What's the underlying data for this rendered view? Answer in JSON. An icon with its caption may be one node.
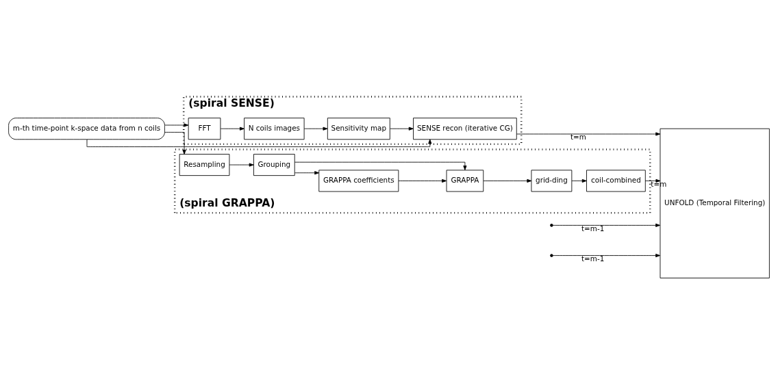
{
  "diagram": {
    "nodes": [
      {
        "text": [
          "m-th time-point k-space data from n coils"
        ]
      },
      {
        "text": [
          "(spiral SENSE)"
        ]
      },
      {
        "text": [
          "FFT"
        ],
        "in": 1
      },
      {
        "text": [
          "N coils images"
        ],
        "in": 1
      },
      {
        "text": [
          "Sensitivity map"
        ],
        "in": 1
      },
      {
        "text": [
          "SENSE recon (iterative CG)"
        ],
        "in": 1
      },
      {
        "text": [
          "(spiral GRAPPA)"
        ]
      },
      {
        "text": [
          "Resampling"
        ],
        "in": 6
      },
      {
        "text": [
          "Grouping"
        ],
        "in": 6
      },
      {
        "text": [
          "GRAPPA coefficients"
        ],
        "in": 6
      },
      {
        "text": [
          "GRAPPA"
        ],
        "in": 6
      },
      {
        "text": [
          "grid-ding"
        ],
        "in": 6
      },
      {
        "text": [
          "coil-combined"
        ],
        "in": 6
      },
      {
        "text": [
          "UNFOLD (Temporal Filtering)"
        ]
      }
    ],
    "edges": [
      {
        "from": 0,
        "to": 2,
        "arrow": "to"
      },
      {
        "from": 0,
        "to": 5,
        "arrow": "to"
      },
      {
        "from": 0,
        "to": 7,
        "arrow": "to"
      },
      {
        "from": 2,
        "to": 3,
        "arrow": "to"
      },
      {
        "from": 3,
        "to": 4,
        "arrow": "to"
      },
      {
        "from": 4,
        "to": 5,
        "arrow": "to"
      },
      {
        "from": null,
        "to": 13,
        "arrow": "to",
        "label": "t=m-1"
      },
      {
        "from": 5,
        "to": 13,
        "arrow": "to",
        "label": "t=m"
      },
      {
        "from": 7,
        "to": 8,
        "arrow": "to"
      },
      {
        "from": 8,
        "to": 10,
        "arrow": "to"
      },
      {
        "from": 8,
        "to": 9,
        "arrow": "to"
      },
      {
        "from": 9,
        "to": 10,
        "arrow": "to"
      },
      {
        "from": 10,
        "to": 11,
        "arrow": "to"
      },
      {
        "from": 11,
        "to": 12,
        "arrow": "to"
      },
      {
        "from": 12,
        "to": 13,
        "arrow": "to",
        "label": "t=m"
      },
      {
        "from": null,
        "to": 13,
        "arrow": "to",
        "label": "t=m-1"
      }
    ]
  }
}
